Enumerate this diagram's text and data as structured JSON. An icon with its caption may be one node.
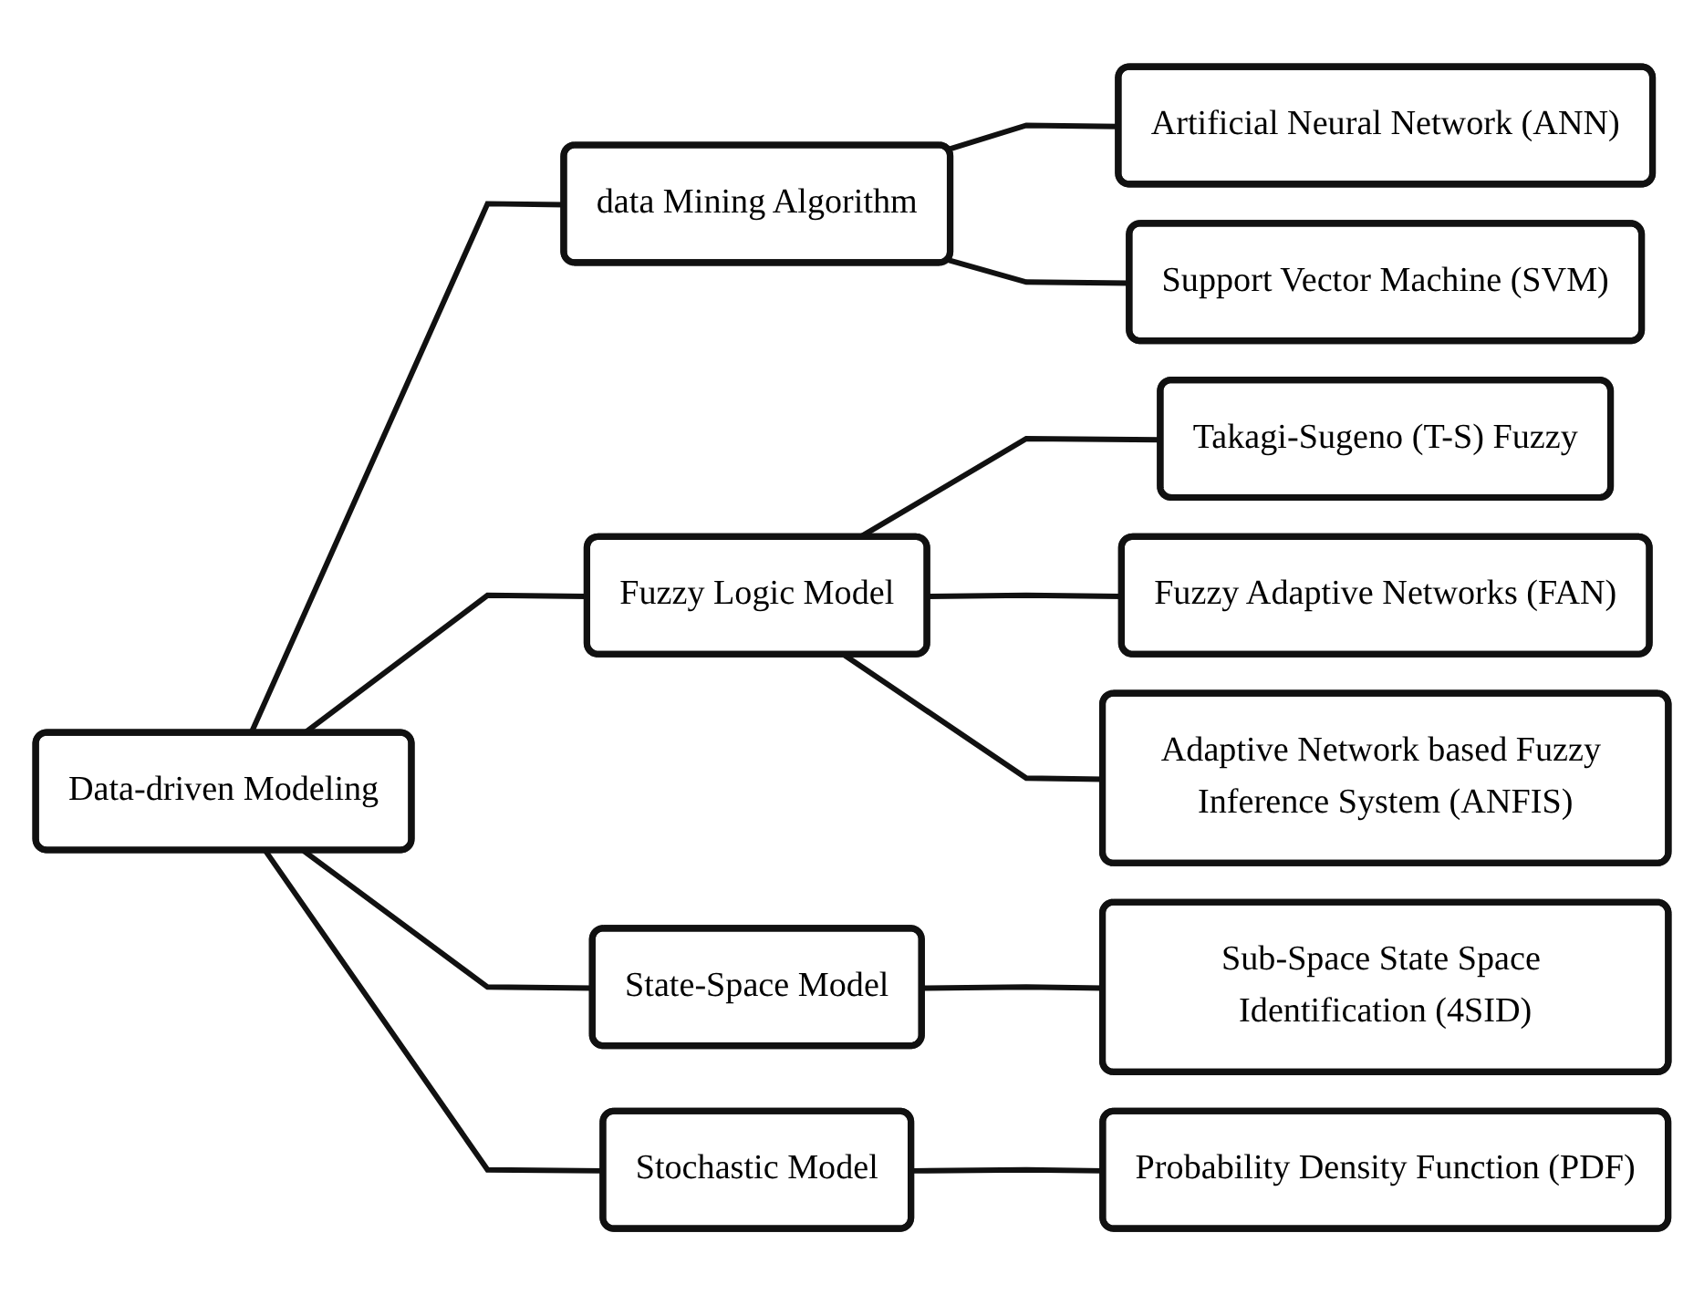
{
  "diagram": {
    "nodes": [
      {
        "text": [
          "Data-driven Modeling"
        ]
      },
      {
        "text": [
          "data Mining Algorithm"
        ]
      },
      {
        "text": [
          "Artificial Neural Network (ANN)"
        ]
      },
      {
        "text": [
          "Support Vector Machine (SVM)"
        ]
      },
      {
        "text": [
          "Fuzzy Logic Model"
        ]
      },
      {
        "text": [
          "Takagi-Sugeno (T-S) Fuzzy"
        ]
      },
      {
        "text": [
          "Fuzzy Adaptive Networks (FAN)"
        ]
      },
      {
        "text": [
          "Adaptive Network based Fuzzy Inference System (ANFIS)"
        ]
      },
      {
        "text": [
          "State-Space Model"
        ]
      },
      {
        "text": [
          "Sub-Space State Space Identification (4SID)"
        ]
      },
      {
        "text": [
          "Stochastic Model"
        ]
      },
      {
        "text": [
          "Probability Density Function (PDF)"
        ]
      }
    ],
    "edges": [
      {
        "from": 0,
        "to": 1,
        "arrow": "none"
      },
      {
        "from": 1,
        "to": 2,
        "arrow": "none"
      },
      {
        "from": 1,
        "to": 3,
        "arrow": "none"
      },
      {
        "from": 0,
        "to": 4,
        "arrow": "none"
      },
      {
        "from": 4,
        "to": 5,
        "arrow": "none"
      },
      {
        "from": 4,
        "to": 6,
        "arrow": "none"
      },
      {
        "from": 4,
        "to": 7,
        "arrow": "none"
      },
      {
        "from": 0,
        "to": 8,
        "arrow": "none"
      },
      {
        "from": 8,
        "to": 9,
        "arrow": "none"
      },
      {
        "from": 0,
        "to": 10,
        "arrow": "none"
      },
      {
        "from": 10,
        "to": 11,
        "arrow": "none"
      }
    ]
  }
}
